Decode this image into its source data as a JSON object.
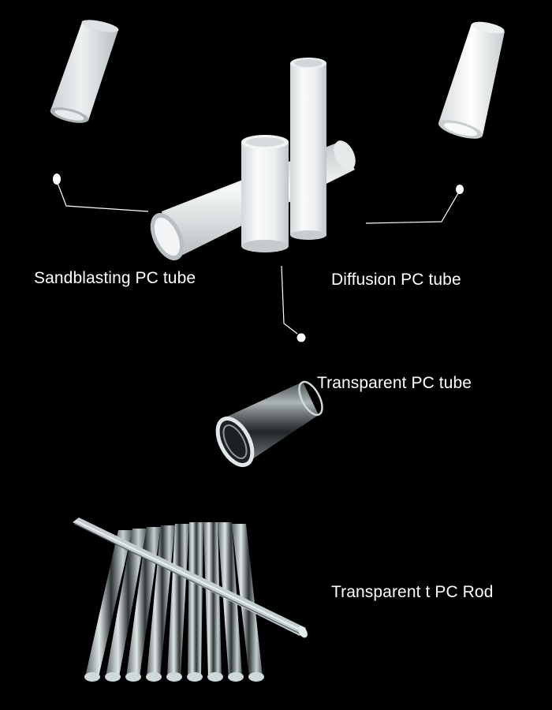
{
  "labels": {
    "sandblasting": "Sandblasting PC tube",
    "diffusion": "Diffusion PC tube",
    "transparent_tube": "Transparent PC tube",
    "transparent_rod": "Transparent t PC Rod"
  },
  "colors": {
    "background": "#000000",
    "label_text": "#ffffff",
    "frosted_tube": "#e8ecee",
    "diffusion_tube": "#f4f6f7",
    "clear_material": "#b8c4c8"
  }
}
